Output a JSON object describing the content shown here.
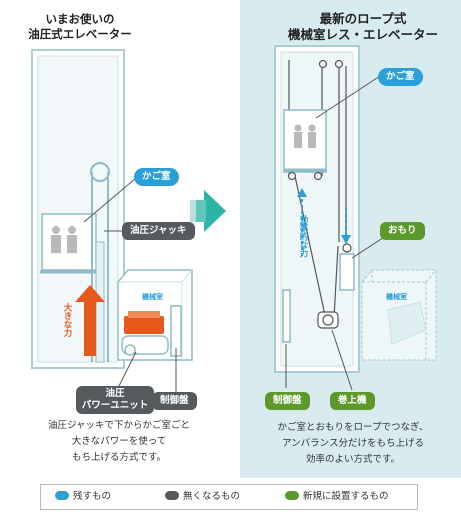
{
  "left": {
    "title_lines": [
      "いまお使いの",
      "油圧式エレベーター"
    ],
    "cage_tag": "かご室",
    "jack_tag": "油圧ジャッキ",
    "machine_room_label": "機械室",
    "force_label": "大きな力",
    "power_unit_lines": [
      "油圧",
      "パワーユニット"
    ],
    "control_panel_tag": "制御盤",
    "desc_lines": [
      "油圧ジャッキで下からかご室ごと",
      "大きなパワーを使って",
      "もち上げる方式です。"
    ]
  },
  "right": {
    "title_lines": [
      "最新のロープ式",
      "機械室レス・エレベーター"
    ],
    "cage_tag": "かご室",
    "counterweight_tag": "おもり",
    "machine_room_label": "機械室",
    "efficient_label": "効率的な力",
    "control_panel_tag": "制御盤",
    "hoist_tag": "巻上機",
    "desc_lines": [
      "かご室とおもりをロープでつなぎ、",
      "アンバランス分だけをもち上げる",
      "効率のよい方式です。"
    ]
  },
  "legend": [
    {
      "label": "残すもの",
      "color": "#2a9fd8"
    },
    {
      "label": "無くなるもの",
      "color": "#555a5f"
    },
    {
      "label": "新規に設置するもの",
      "color": "#5b9a2a"
    }
  ]
}
